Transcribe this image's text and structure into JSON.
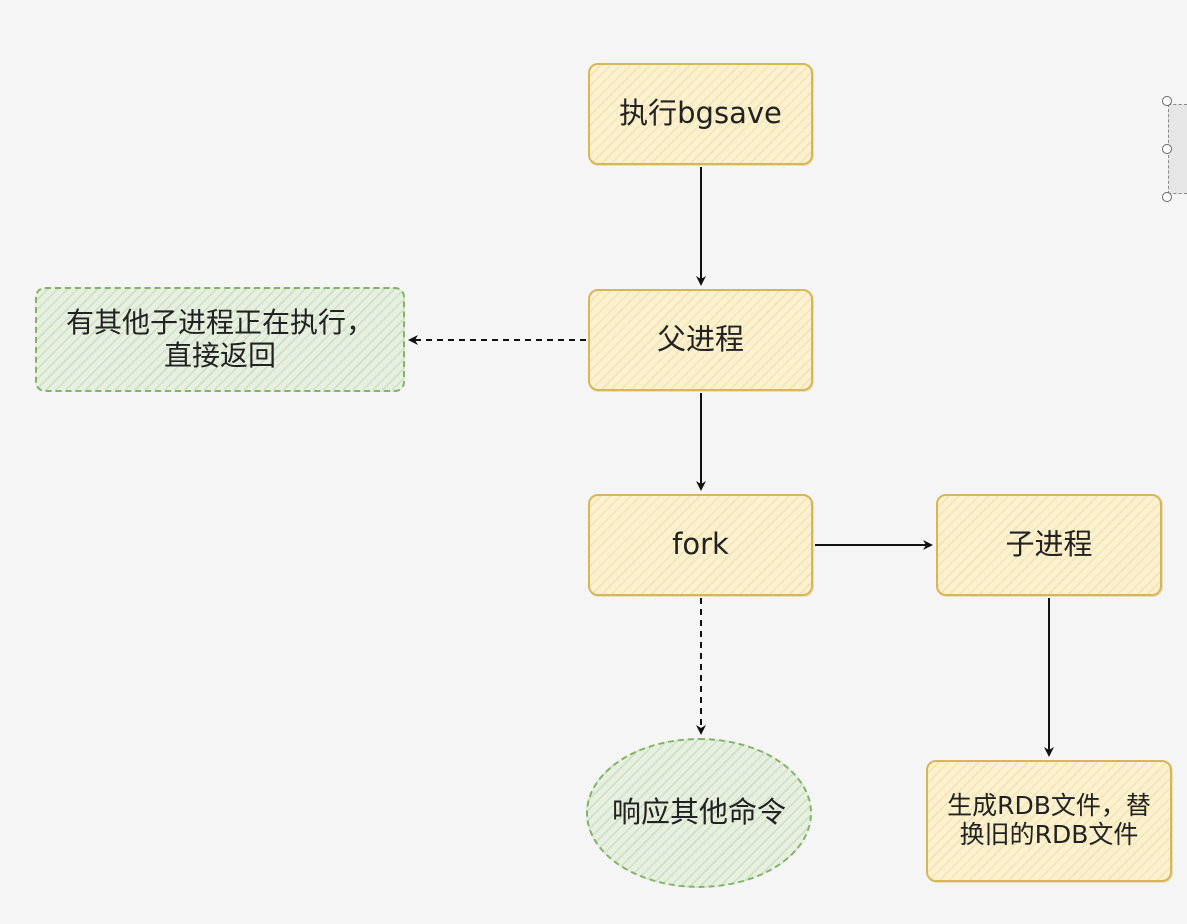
{
  "diagram": {
    "nodes": {
      "bgsave": {
        "text": "执行bgsave"
      },
      "parent": {
        "text": "父进程"
      },
      "fork": {
        "text": "fork"
      },
      "child": {
        "text": "子进程"
      },
      "return_early": {
        "line1": "有其他子进程正在执行，",
        "line2": "直接返回"
      },
      "respond": {
        "text": "响应其他命令"
      },
      "rdb": {
        "line1": "生成RDB文件，替",
        "line2": "换旧的RDB文件"
      }
    },
    "edges": [
      {
        "from": "bgsave",
        "to": "parent",
        "style": "solid"
      },
      {
        "from": "parent",
        "to": "fork",
        "style": "solid"
      },
      {
        "from": "parent",
        "to": "return_early",
        "style": "dashed"
      },
      {
        "from": "fork",
        "to": "child",
        "style": "solid"
      },
      {
        "from": "fork",
        "to": "respond",
        "style": "dashed"
      },
      {
        "from": "child",
        "to": "rdb",
        "style": "solid"
      }
    ],
    "colors": {
      "process_fill": "#fbf1cf",
      "process_stroke": "#d6b656",
      "alt_fill": "#e7efe1",
      "alt_stroke": "#82b366",
      "edge": "#111111"
    }
  }
}
